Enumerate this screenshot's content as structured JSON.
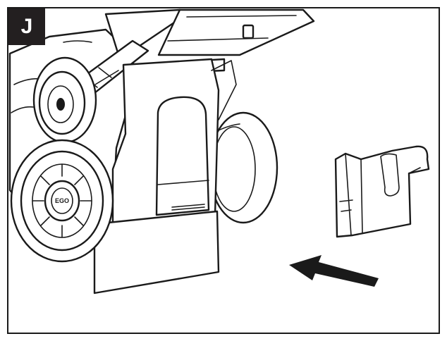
{
  "figure": {
    "step_label": "J",
    "hub_logo_text": "EGO",
    "colors": {
      "line": "#1a1a1a",
      "badge_bg": "#231f20",
      "badge_text": "#ffffff",
      "background": "#ffffff"
    },
    "icons": [
      "mower-illustration",
      "rear-flap-icon",
      "insert-direction-arrow-icon"
    ]
  }
}
